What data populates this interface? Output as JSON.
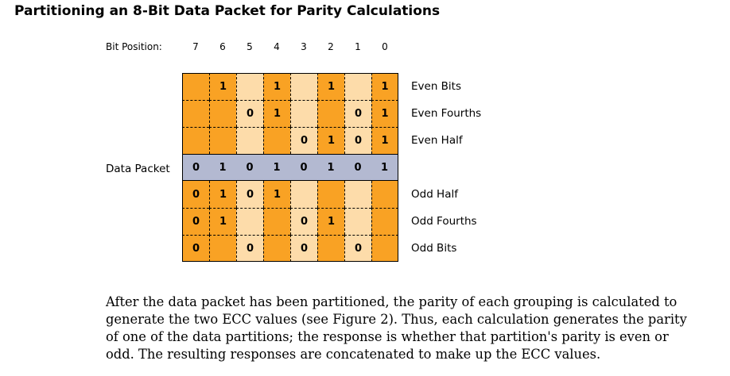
{
  "title": "Partitioning an 8-Bit Data Packet for Parity Calculations",
  "bit_position_label": "Bit Position:",
  "bit_positions": [
    "7",
    "6",
    "5",
    "4",
    "3",
    "2",
    "1",
    "0"
  ],
  "colors": {
    "orange": "#f9a224",
    "light": "#fddcaa",
    "blue": "#b3b9d1",
    "border": "#000000"
  },
  "data_packet_label": "Data Packet",
  "rows": [
    {
      "label": "Even Bits",
      "kind": "upper",
      "fills": [
        "O",
        "O",
        "L",
        "O",
        "L",
        "O",
        "L",
        "O"
      ],
      "values": [
        "",
        "1",
        "",
        "1",
        "",
        "1",
        "",
        "1"
      ]
    },
    {
      "label": "Even Fourths",
      "kind": "upper",
      "fills": [
        "O",
        "O",
        "L",
        "O",
        "L",
        "O",
        "L",
        "O"
      ],
      "values": [
        "",
        "",
        "0",
        "1",
        "",
        "",
        "0",
        "1"
      ]
    },
    {
      "label": "Even Half",
      "kind": "upper",
      "fills": [
        "O",
        "O",
        "L",
        "O",
        "L",
        "O",
        "L",
        "O"
      ],
      "values": [
        "",
        "",
        "",
        "",
        "0",
        "1",
        "0",
        "1"
      ]
    },
    {
      "label": "",
      "kind": "data",
      "fills": [
        "B",
        "B",
        "B",
        "B",
        "B",
        "B",
        "B",
        "B"
      ],
      "values": [
        "0",
        "1",
        "0",
        "1",
        "0",
        "1",
        "0",
        "1"
      ]
    },
    {
      "label": "Odd Half",
      "kind": "lower",
      "fills": [
        "O",
        "O",
        "L",
        "O",
        "L",
        "O",
        "L",
        "O"
      ],
      "values": [
        "0",
        "1",
        "0",
        "1",
        "",
        "",
        "",
        ""
      ]
    },
    {
      "label": "Odd Fourths",
      "kind": "lower",
      "fills": [
        "O",
        "O",
        "L",
        "O",
        "L",
        "O",
        "L",
        "O"
      ],
      "values": [
        "0",
        "1",
        "",
        "",
        "0",
        "1",
        "",
        ""
      ]
    },
    {
      "label": "Odd Bits",
      "kind": "lower",
      "fills": [
        "O",
        "O",
        "L",
        "O",
        "L",
        "O",
        "L",
        "O"
      ],
      "values": [
        "0",
        "",
        "0",
        "",
        "0",
        "",
        "0",
        ""
      ]
    }
  ],
  "paragraph_lines": [
    "After the data packet has been partitioned, the parity of each grouping is calculated to",
    "generate the two ECC values (see Figure 2). Thus, each calculation generates the parity",
    "of one of the data partitions; the response is whether that partition's parity is even or",
    "odd. The resulting responses are concatenated to make up the ECC values."
  ]
}
